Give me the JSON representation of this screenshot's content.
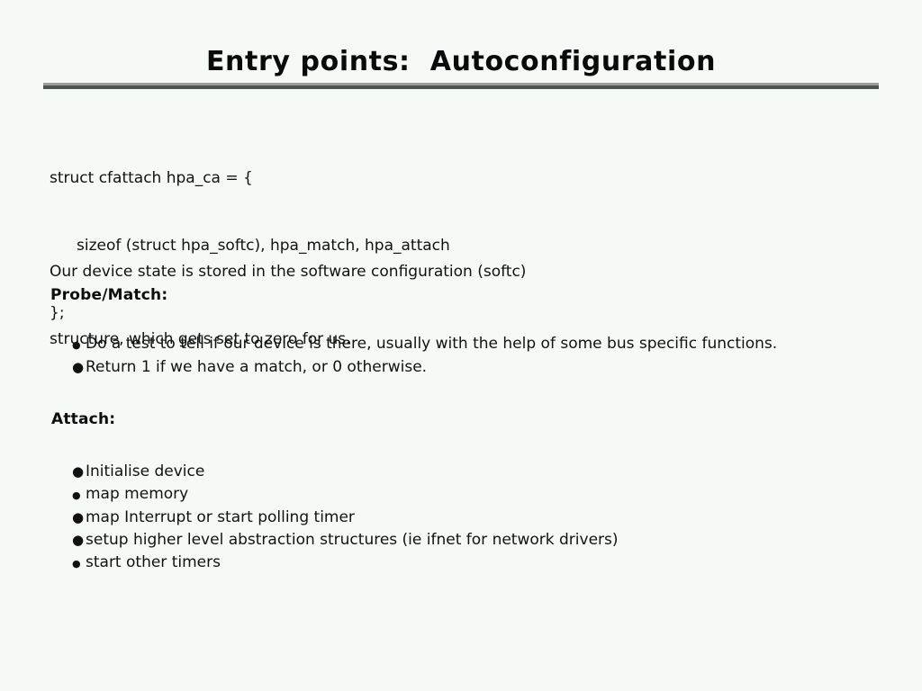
{
  "slide": {
    "title": "Entry points:  Autoconfiguration",
    "background_color": "#f6faf7",
    "text_color": "#111111",
    "rule_color_top": "#9b9f9c",
    "rule_color_bottom": "#4e5551",
    "code": {
      "lines": [
        "struct cfattach hpa_ca = {",
        "sizeof (struct hpa_softc), hpa_match, hpa_attach",
        "};"
      ]
    },
    "paragraph": {
      "lines": [
        "Our device state is stored in the software configuration (softc)",
        "structure, which gets set to zero for us."
      ]
    },
    "sections": [
      {
        "heading": "Probe/Match:",
        "bullets": [
          "Do a test to tell if our device is there, usually with the help of some bus specific functions.",
          "Return 1 if we have a match, or 0 otherwise."
        ]
      },
      {
        "heading": "Attach:",
        "bullets": [
          "Initialise device",
          "map memory",
          "map Interrupt or start polling timer",
          "setup higher level abstraction structures (ie ifnet for network drivers)",
          "start other timers"
        ]
      }
    ]
  }
}
